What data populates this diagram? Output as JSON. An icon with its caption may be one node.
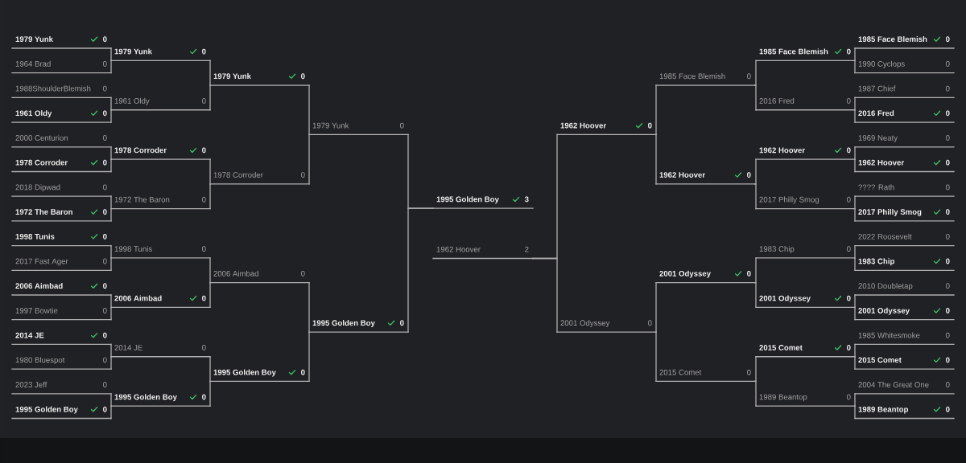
{
  "diagram": {
    "nodes": [
      {
        "text": [
          "1979 Yunk",
          "0"
        ]
      },
      {
        "text": [
          "1964 Brad",
          "0"
        ]
      },
      {
        "text": [
          "1988ShoulderBlemish",
          "0"
        ]
      },
      {
        "text": [
          "1961 Oldy",
          "0"
        ]
      },
      {
        "text": [
          "2000 Centurion",
          "0"
        ]
      },
      {
        "text": [
          "1978 Corroder",
          "0"
        ]
      },
      {
        "text": [
          "2018 Dipwad",
          "0"
        ]
      },
      {
        "text": [
          "1972 The Baron",
          "0"
        ]
      },
      {
        "text": [
          "1998 Tunis",
          "0"
        ]
      },
      {
        "text": [
          "2017 Fast Ager",
          "0"
        ]
      },
      {
        "text": [
          "2006 Aimbad",
          "0"
        ]
      },
      {
        "text": [
          "1997 Bowtie",
          "0"
        ]
      },
      {
        "text": [
          "2014 JE",
          "0"
        ]
      },
      {
        "text": [
          "1980 Bluespot",
          "0"
        ]
      },
      {
        "text": [
          "2023 Jeff",
          "0"
        ]
      },
      {
        "text": [
          "1995 Golden Boy",
          "0"
        ]
      },
      {
        "text": [
          "1979 Yunk",
          "0"
        ]
      },
      {
        "text": [
          "1961 Oldy",
          "0"
        ]
      },
      {
        "text": [
          "1978 Corroder",
          "0"
        ]
      },
      {
        "text": [
          "1972 The Baron",
          "0"
        ]
      },
      {
        "text": [
          "1998 Tunis",
          "0"
        ]
      },
      {
        "text": [
          "2006 Aimbad",
          "0"
        ]
      },
      {
        "text": [
          "2014 JE",
          "0"
        ]
      },
      {
        "text": [
          "1995 Golden Boy",
          "0"
        ]
      },
      {
        "text": [
          "1979 Yunk",
          "0"
        ]
      },
      {
        "text": [
          "1978 Corroder",
          "0"
        ]
      },
      {
        "text": [
          "2006 Aimbad",
          "0"
        ]
      },
      {
        "text": [
          "1995 Golden Boy",
          "0"
        ]
      },
      {
        "text": [
          "1979 Yunk",
          "0"
        ]
      },
      {
        "text": [
          "1995 Golden Boy",
          "0"
        ]
      },
      {
        "text": [
          "1995 Golden Boy",
          "3"
        ]
      },
      {
        "text": [
          "1962 Hoover",
          "2"
        ]
      },
      {
        "text": [
          "1962 Hoover",
          "0"
        ]
      },
      {
        "text": [
          "2001 Odyssey",
          "0"
        ]
      },
      {
        "text": [
          "1985 Face Blemish",
          "0"
        ]
      },
      {
        "text": [
          "1962 Hoover",
          "0"
        ]
      },
      {
        "text": [
          "2001 Odyssey",
          "0"
        ]
      },
      {
        "text": [
          "2015 Comet",
          "0"
        ]
      },
      {
        "text": [
          "1985 Face Blemish",
          "0"
        ]
      },
      {
        "text": [
          "2016 Fred",
          "0"
        ]
      },
      {
        "text": [
          "1962 Hoover",
          "0"
        ]
      },
      {
        "text": [
          "2017 Philly Smog",
          "0"
        ]
      },
      {
        "text": [
          "1983 Chip",
          "0"
        ]
      },
      {
        "text": [
          "2001 Odyssey",
          "0"
        ]
      },
      {
        "text": [
          "2015 Comet",
          "0"
        ]
      },
      {
        "text": [
          "1989 Beantop",
          "0"
        ]
      },
      {
        "text": [
          "1985 Face Blemish",
          "0"
        ]
      },
      {
        "text": [
          "1990 Cyclops",
          "0"
        ]
      },
      {
        "text": [
          "1987 Chief",
          "0"
        ]
      },
      {
        "text": [
          "2016 Fred",
          "0"
        ]
      },
      {
        "text": [
          "1969 Neaty",
          "0"
        ]
      },
      {
        "text": [
          "1962 Hoover",
          "0"
        ]
      },
      {
        "text": [
          "???? Rath",
          "0"
        ]
      },
      {
        "text": [
          "2017 Philly Smog",
          "0"
        ]
      },
      {
        "text": [
          "2022 Roosevelt",
          "0"
        ]
      },
      {
        "text": [
          "1983 Chip",
          "0"
        ]
      },
      {
        "text": [
          "2010 Doubletap",
          "0"
        ]
      },
      {
        "text": [
          "2001 Odyssey",
          "0"
        ]
      },
      {
        "text": [
          "1985 Whitesmoke",
          "0"
        ]
      },
      {
        "text": [
          "2015 Comet",
          "0"
        ]
      },
      {
        "text": [
          "2004 The Great One",
          "0"
        ]
      },
      {
        "text": [
          "1989 Beantop",
          "0"
        ]
      }
    ],
    "edges": [
      {
        "from": 0,
        "to": 16,
        "arrow": "none"
      },
      {
        "from": 1,
        "to": 16,
        "arrow": "none"
      },
      {
        "from": 2,
        "to": 17,
        "arrow": "none"
      },
      {
        "from": 3,
        "to": 17,
        "arrow": "none"
      },
      {
        "from": 4,
        "to": 18,
        "arrow": "none"
      },
      {
        "from": 5,
        "to": 18,
        "arrow": "none"
      },
      {
        "from": 6,
        "to": 19,
        "arrow": "none"
      },
      {
        "from": 7,
        "to": 19,
        "arrow": "none"
      },
      {
        "from": 8,
        "to": 20,
        "arrow": "none"
      },
      {
        "from": 9,
        "to": 20,
        "arrow": "none"
      },
      {
        "from": 10,
        "to": 21,
        "arrow": "none"
      },
      {
        "from": 11,
        "to": 21,
        "arrow": "none"
      },
      {
        "from": 12,
        "to": 22,
        "arrow": "none"
      },
      {
        "from": 13,
        "to": 22,
        "arrow": "none"
      },
      {
        "from": 14,
        "to": 23,
        "arrow": "none"
      },
      {
        "from": 15,
        "to": 23,
        "arrow": "none"
      },
      {
        "from": 16,
        "to": 24,
        "arrow": "none"
      },
      {
        "from": 17,
        "to": 24,
        "arrow": "none"
      },
      {
        "from": 18,
        "to": 25,
        "arrow": "none"
      },
      {
        "from": 19,
        "to": 25,
        "arrow": "none"
      },
      {
        "from": 20,
        "to": 26,
        "arrow": "none"
      },
      {
        "from": 21,
        "to": 26,
        "arrow": "none"
      },
      {
        "from": 22,
        "to": 27,
        "arrow": "none"
      },
      {
        "from": 23,
        "to": 27,
        "arrow": "none"
      },
      {
        "from": 24,
        "to": 28,
        "arrow": "none"
      },
      {
        "from": 25,
        "to": 28,
        "arrow": "none"
      },
      {
        "from": 26,
        "to": 29,
        "arrow": "none"
      },
      {
        "from": 27,
        "to": 29,
        "arrow": "none"
      },
      {
        "from": 28,
        "to": 30,
        "arrow": "none"
      },
      {
        "from": 29,
        "to": 30,
        "arrow": "none"
      },
      {
        "from": 32,
        "to": 31,
        "arrow": "none"
      },
      {
        "from": 33,
        "to": 31,
        "arrow": "none"
      },
      {
        "from": 34,
        "to": 32,
        "arrow": "none"
      },
      {
        "from": 35,
        "to": 32,
        "arrow": "none"
      },
      {
        "from": 36,
        "to": 33,
        "arrow": "none"
      },
      {
        "from": 37,
        "to": 33,
        "arrow": "none"
      },
      {
        "from": 38,
        "to": 34,
        "arrow": "none"
      },
      {
        "from": 39,
        "to": 34,
        "arrow": "none"
      },
      {
        "from": 40,
        "to": 35,
        "arrow": "none"
      },
      {
        "from": 41,
        "to": 35,
        "arrow": "none"
      },
      {
        "from": 42,
        "to": 36,
        "arrow": "none"
      },
      {
        "from": 43,
        "to": 36,
        "arrow": "none"
      },
      {
        "from": 44,
        "to": 37,
        "arrow": "none"
      },
      {
        "from": 45,
        "to": 37,
        "arrow": "none"
      },
      {
        "from": 46,
        "to": 38,
        "arrow": "none"
      },
      {
        "from": 47,
        "to": 38,
        "arrow": "none"
      },
      {
        "from": 48,
        "to": 39,
        "arrow": "none"
      },
      {
        "from": 49,
        "to": 39,
        "arrow": "none"
      },
      {
        "from": 50,
        "to": 40,
        "arrow": "none"
      },
      {
        "from": 51,
        "to": 40,
        "arrow": "none"
      },
      {
        "from": 52,
        "to": 41,
        "arrow": "none"
      },
      {
        "from": 53,
        "to": 41,
        "arrow": "none"
      },
      {
        "from": 54,
        "to": 42,
        "arrow": "none"
      },
      {
        "from": 55,
        "to": 42,
        "arrow": "none"
      },
      {
        "from": 56,
        "to": 43,
        "arrow": "none"
      },
      {
        "from": 57,
        "to": 43,
        "arrow": "none"
      },
      {
        "from": 58,
        "to": 44,
        "arrow": "none"
      },
      {
        "from": 59,
        "to": 44,
        "arrow": "none"
      },
      {
        "from": 60,
        "to": 45,
        "arrow": "none"
      },
      {
        "from": 61,
        "to": 45,
        "arrow": "none"
      }
    ]
  }
}
